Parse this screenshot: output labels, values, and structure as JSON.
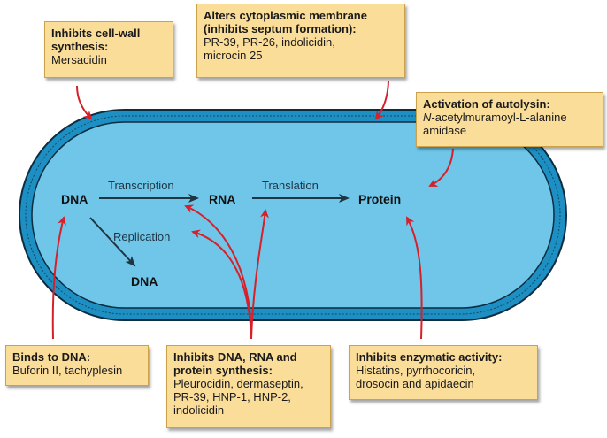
{
  "cell": {
    "colors": {
      "outer": "#1d8fc2",
      "inner": "#6fc6e9",
      "edge": "#0c2c3f"
    },
    "labels": {
      "dna_top": "DNA",
      "rna": "RNA",
      "protein": "Protein",
      "dna_bottom": "DNA",
      "transcription": "Transcription",
      "translation": "Translation",
      "replication": "Replication"
    }
  },
  "boxes": {
    "cell_wall": {
      "title_lines": [
        "Inhibits cell-wall",
        "synthesis:"
      ],
      "body_lines": [
        "Mersacidin"
      ]
    },
    "membrane": {
      "title_lines": [
        "Alters cytoplasmic membrane",
        "(inhibits septum formation):"
      ],
      "body_lines": [
        "PR-39, PR-26, indolicidin,",
        "microcin 25"
      ]
    },
    "autolysin": {
      "title_lines": [
        "Activation of autolysin:"
      ],
      "body_prefix_italic": "N",
      "body_lines": [
        "-acetylmuramoyl-L-alanine",
        "amidase"
      ]
    },
    "dna_binding": {
      "title_lines": [
        "Binds to DNA:"
      ],
      "body_lines": [
        "Buforin II, tachyplesin"
      ]
    },
    "synthesis": {
      "title_lines": [
        "Inhibits DNA, RNA and",
        "protein synthesis:"
      ],
      "body_lines": [
        "Pleurocidin, dermaseptin,",
        "PR-39, HNP-1, HNP-2,",
        "indolicidin"
      ]
    },
    "enzymatic": {
      "title_lines": [
        "Inhibits enzymatic activity:"
      ],
      "body_lines": [
        "Histatins, pyrrhocoricin,",
        "drosocin and apidaecin"
      ]
    }
  },
  "colors": {
    "box_fill": "#fbdd9a",
    "arrow_red": "#d6202a",
    "arrow_dark": "#1f3542"
  }
}
